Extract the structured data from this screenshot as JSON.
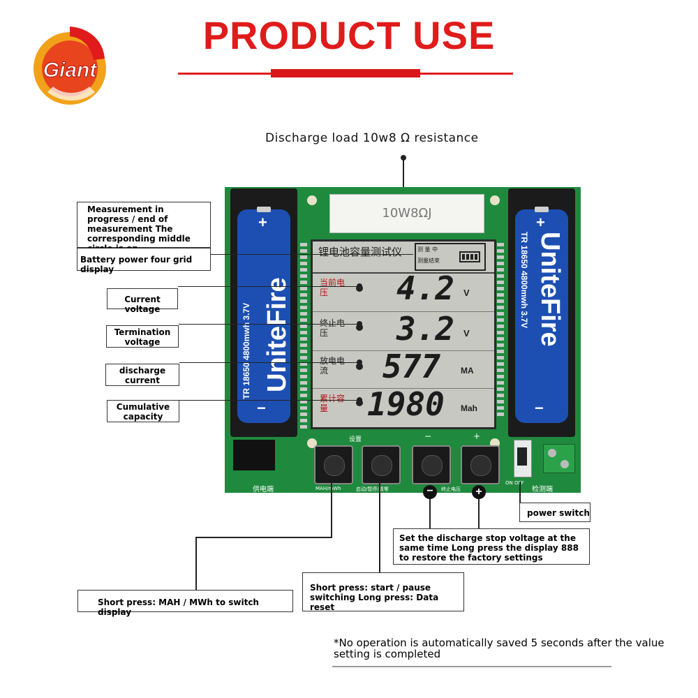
{
  "header": {
    "title": "PRODUCT USE",
    "logo_text": "Giant"
  },
  "board": {
    "resistor_label": "10W8ΩJ",
    "battery_brand": "UniteFire",
    "battery_spec": "TR 18650 4800mwh 3.7V",
    "battery_plus": "+",
    "battery_minus": "−",
    "lcd_header": "锂电池容量测试仪",
    "lcd_status_top": "测 量 中",
    "lcd_status_bottom": "测量结束",
    "rows": [
      {
        "cn": "当前电压",
        "value": "4.2",
        "unit": "V"
      },
      {
        "cn": "终止电压",
        "value": "3.2",
        "unit": "V"
      },
      {
        "cn": "放电电流",
        "value": "577",
        "unit": "MA"
      },
      {
        "cn": "累计容量",
        "value": "1980",
        "unit": "Mah"
      }
    ],
    "button_labels": [
      "设置",
      "−",
      "+"
    ],
    "bottom_labels": [
      "供电端",
      "MAH/mWh",
      "启动/暂停/清零",
      "终止电压",
      "ON OFF",
      "检测端"
    ],
    "minus_sign": "−",
    "plus_sign": "+"
  },
  "callouts": {
    "discharge_load": "Discharge load 10w8 Ω resistance",
    "measurement": "Measurement in progress / end of measurement The corresponding middle circle is on",
    "battery_grid": "Battery power four grid display",
    "current_voltage": "Current voltage",
    "termination_voltage": "Termination voltage",
    "discharge_current": "discharge current",
    "cumulative_capacity": "Cumulative capacity",
    "power_switch": "power switch",
    "set_discharge": "Set the discharge stop voltage at the same time Long press the display 888 to restore the factory settings",
    "short_press_start": "Short press: start / pause switching Long press: Data reset",
    "short_press_mah": "Short press: MAH / MWh to switch display"
  },
  "footnote": "*No operation is automatically saved 5 seconds after the value setting is completed",
  "colors": {
    "accent_red": "#e01b1b",
    "pcb_green": "#1f8a3e",
    "battery_blue": "#1d4fb3",
    "lcd_gray": "#c7c8c2"
  }
}
